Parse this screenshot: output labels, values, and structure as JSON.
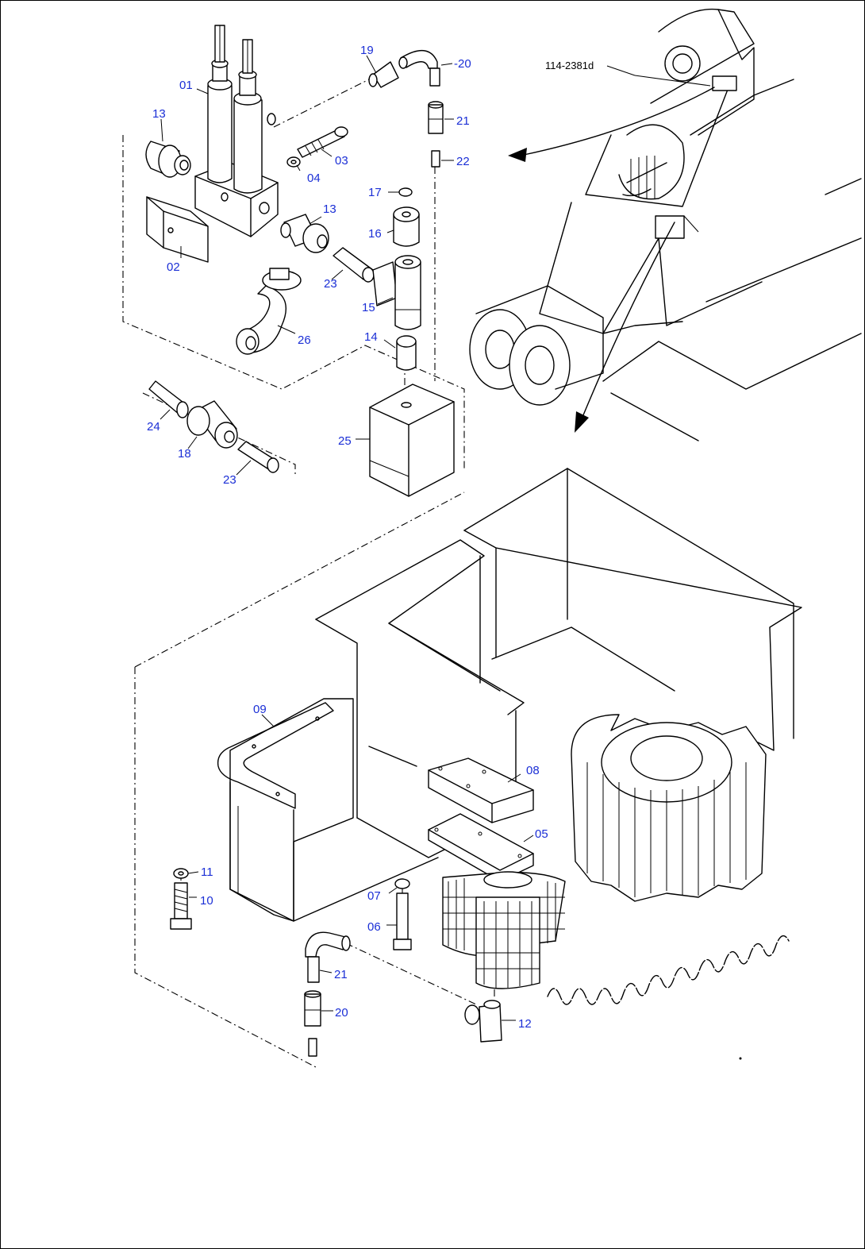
{
  "reference_label": "114-2381d",
  "part_labels": {
    "p01": "01",
    "p02": "02",
    "p03": "03",
    "p04": "04",
    "p05": "05",
    "p06": "06",
    "p07": "07",
    "p08": "08",
    "p09": "09",
    "p10": "10",
    "p11": "11",
    "p12": "12",
    "p13a": "13",
    "p13b": "13",
    "p14": "14",
    "p15": "15",
    "p16": "16",
    "p17": "17",
    "p18": "18",
    "p19": "19",
    "p20a": "-20",
    "p20b": "20",
    "p21a": "21",
    "p21b": "21",
    "p22": "22",
    "p23a": "23",
    "p23b": "23",
    "p24": "24",
    "p25": "25",
    "p26": "26"
  },
  "colors": {
    "callout": "#1b2fd6",
    "line": "#000000",
    "background": "#ffffff"
  }
}
